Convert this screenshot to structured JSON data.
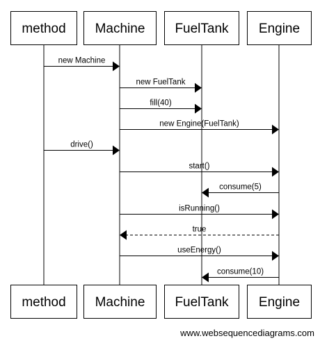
{
  "participants": [
    {
      "id": "method",
      "label": "method"
    },
    {
      "id": "machine",
      "label": "Machine"
    },
    {
      "id": "fueltank",
      "label": "FuelTank"
    },
    {
      "id": "engine",
      "label": "Engine"
    }
  ],
  "messages": [
    {
      "from": "method",
      "to": "machine",
      "label": "new Machine",
      "style": "solid"
    },
    {
      "from": "machine",
      "to": "fueltank",
      "label": "new FuelTank",
      "style": "solid"
    },
    {
      "from": "machine",
      "to": "fueltank",
      "label": "fill(40)",
      "style": "solid"
    },
    {
      "from": "machine",
      "to": "engine",
      "label": "new Engine(FuelTank)",
      "style": "solid"
    },
    {
      "from": "method",
      "to": "machine",
      "label": "drive()",
      "style": "solid"
    },
    {
      "from": "machine",
      "to": "engine",
      "label": "start()",
      "style": "solid"
    },
    {
      "from": "engine",
      "to": "fueltank",
      "label": "consume(5)",
      "style": "solid"
    },
    {
      "from": "machine",
      "to": "engine",
      "label": "isRunning()",
      "style": "solid"
    },
    {
      "from": "engine",
      "to": "machine",
      "label": "true",
      "style": "dashed"
    },
    {
      "from": "machine",
      "to": "engine",
      "label": "useEnergy()",
      "style": "solid"
    },
    {
      "from": "engine",
      "to": "fueltank",
      "label": "consume(10)",
      "style": "solid"
    }
  ],
  "watermark": "www.websequencediagrams.com"
}
